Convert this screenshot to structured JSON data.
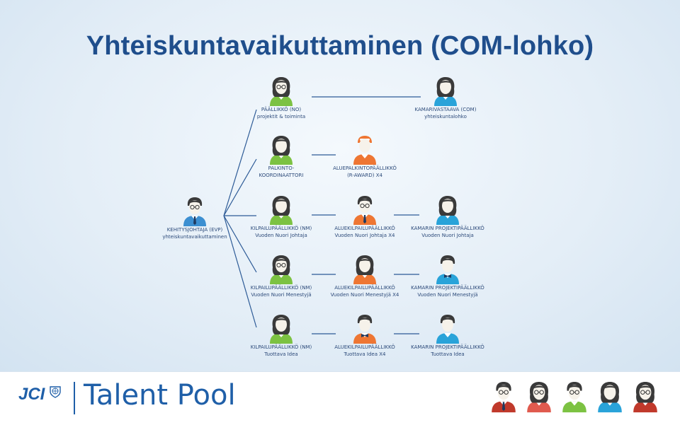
{
  "title": "Yhteiskuntavaikuttaminen (COM-lohko)",
  "nodes": {
    "evp": {
      "line1": "KEHITYSJOHTAJA (EVP)",
      "line2": "yhteiskuntavaikuttaminen",
      "icon": "man-glasses-tie-icon",
      "shirt": "#3c8fd1"
    },
    "no": {
      "line1": "PÄÄLLIKKÖ (NO)",
      "line2": "projektit & toiminta",
      "icon": "woman-glasses-icon",
      "shirt": "#7cc242"
    },
    "com": {
      "line1": "KAMARIVASTAAVA (COM)",
      "line2": "yhteiskuntalohko",
      "icon": "woman-icon",
      "shirt": "#29a3d9"
    },
    "pk": {
      "line1": "PALKINTO-",
      "line2": "KOORDINAATTORI",
      "icon": "woman-icon",
      "shirt": "#7cc242"
    },
    "raward": {
      "line1": "ALUEPALKINTOPÄÄLLIKKÖ",
      "line2": "(R-AWARD) X4",
      "icon": "cap-person-icon",
      "shirt": "#ee7633"
    },
    "nm1": {
      "line1": "KILPAILUPÄÄLLIKKÖ (NM)",
      "line2": "Vuoden Nuori Johtaja",
      "icon": "woman-icon",
      "shirt": "#7cc242"
    },
    "ak1": {
      "line1": "ALUEKILPAILUPÄÄLLIKKÖ",
      "line2": "Vuoden Nuori Johtaja X4",
      "icon": "man-glasses-tie-icon",
      "shirt": "#ee7633"
    },
    "kp1": {
      "line1": "KAMARIN PROJEKTIPÄÄLLIKKÖ",
      "line2": "Vuoden Nuori Johtaja",
      "icon": "woman-icon",
      "shirt": "#29a3d9"
    },
    "nm2": {
      "line1": "KILPAILUPÄÄLLIKKÖ (NM)",
      "line2": "Vuoden Nuori Menestyjä",
      "icon": "woman-glasses-icon",
      "shirt": "#7cc242"
    },
    "ak2": {
      "line1": "ALUEKILPAILUPÄÄLLIKKÖ",
      "line2": "Vuoden Nuori Menestyjä X4",
      "icon": "woman-icon",
      "shirt": "#ee7633"
    },
    "kp2": {
      "line1": "KAMARIN PROJEKTIPÄÄLLIKKÖ",
      "line2": "Vuoden Nuori Menestyjä",
      "icon": "man-bowtie-icon",
      "shirt": "#29a3d9"
    },
    "nm3": {
      "line1": "KILPAILUPÄÄLLIKKÖ (NM)",
      "line2": "Tuottava Idea",
      "icon": "woman-icon",
      "shirt": "#7cc242"
    },
    "ak3": {
      "line1": "ALUEKILPAILUPÄÄLLIKKÖ",
      "line2": "Tuottava Idea X4",
      "icon": "man-bowtie-icon",
      "shirt": "#ee7633"
    },
    "kp3": {
      "line1": "KAMARIN PROJEKTIPÄÄLLIKKÖ",
      "line2": "Tuottava Idea",
      "icon": "man-icon",
      "shirt": "#29a3d9"
    }
  },
  "footer": {
    "logo_text": "JCI",
    "title": "Talent Pool",
    "people": [
      {
        "icon": "man-glasses-tie-icon",
        "shirt": "#c0392b"
      },
      {
        "icon": "woman-glasses-icon",
        "shirt": "#e05a4e"
      },
      {
        "icon": "man-glasses-icon",
        "shirt": "#7cc242"
      },
      {
        "icon": "woman-curly-icon",
        "shirt": "#29a3d9"
      },
      {
        "icon": "woman-glasses-icon",
        "shirt": "#c0392b"
      }
    ]
  },
  "colors": {
    "title": "#1f4e8c",
    "connector": "#2c5a96",
    "hair": "#3a3a3a",
    "skin": "#f6f2ea"
  }
}
